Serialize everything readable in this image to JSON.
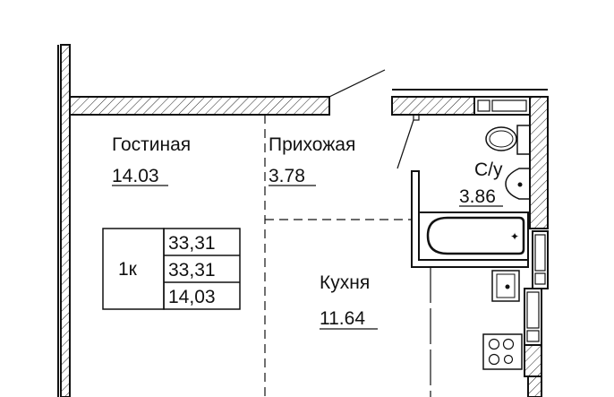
{
  "rooms": [
    {
      "name": "Гостиная",
      "area": "14.03"
    },
    {
      "name": "Прихожая",
      "area": "3.78"
    },
    {
      "name": "С/у",
      "area": "3.86"
    },
    {
      "name": "Кухня",
      "area": "11.64"
    }
  ],
  "summary": {
    "type": "1к",
    "values": [
      "33,31",
      "33,31",
      "14,03"
    ]
  },
  "colors": {
    "line": "#111111",
    "background": "#ffffff"
  }
}
